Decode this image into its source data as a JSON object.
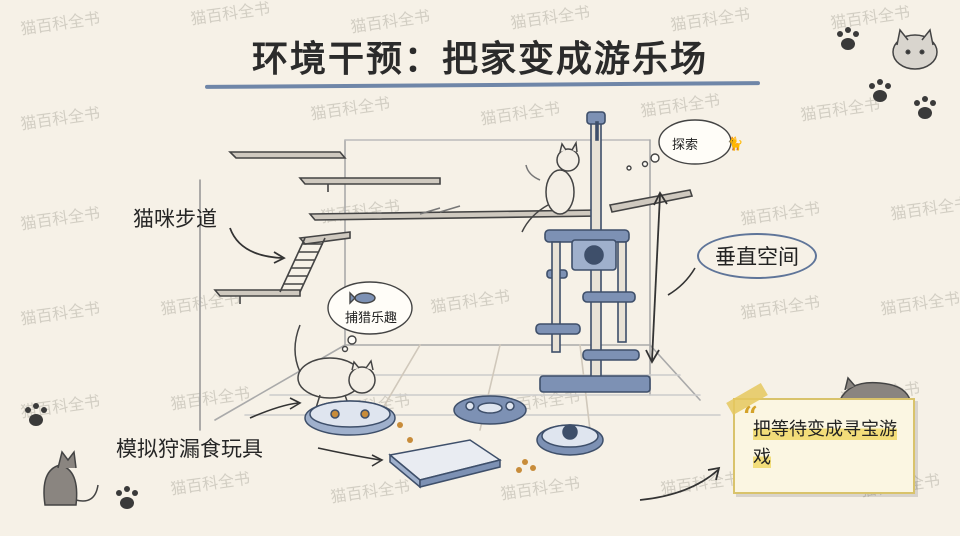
{
  "title": "环境干预：把家变成游乐场",
  "labels": {
    "cat_walkway": "猫咪步道",
    "vertical_space": "垂直空间",
    "puzzle_feeder": "模拟狩漏食玩具"
  },
  "thought_bubbles": {
    "explore": "探索",
    "hunting_fun": "捕猎乐趣"
  },
  "note": {
    "text": "把等待变成寻宝游戏"
  },
  "watermark": "猫百科全书",
  "colors": {
    "background": "#f6f1e7",
    "accent_blue": "#6f86a8",
    "highlight_yellow": "#f2dd7a"
  }
}
